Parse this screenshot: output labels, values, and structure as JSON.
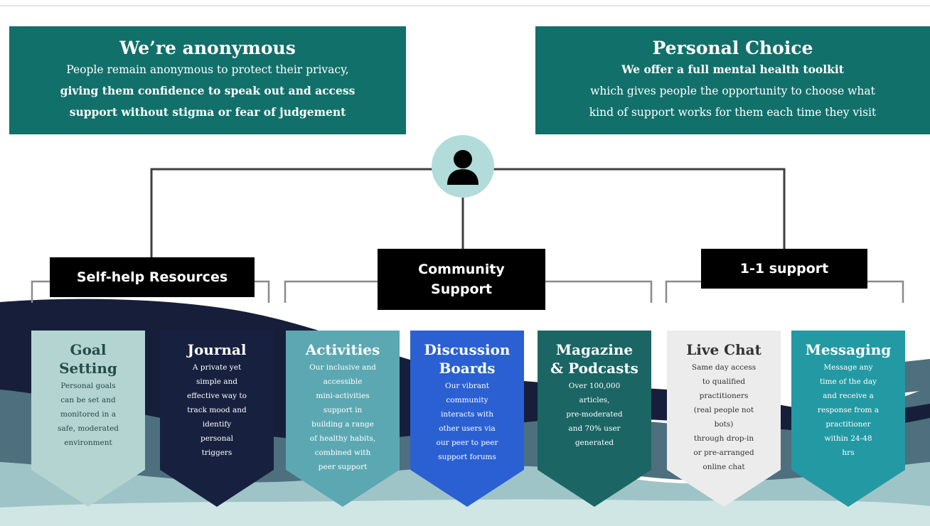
{
  "banners": {
    "left": {
      "title": "We’re anonymous",
      "line1": "People remain anonymous to protect their privacy,",
      "line2": "giving them confidence to speak out and access",
      "line3": "support without stigma or fear of judgement"
    },
    "right": {
      "title": "Personal Choice",
      "line1": "We offer a full mental health toolkit",
      "line2": "which gives people the opportunity to choose what",
      "line3": "kind of support works for them each time they visit"
    }
  },
  "categories": {
    "self_help": "Self-help Resources",
    "community": [
      "Community",
      "Support"
    ],
    "one_to_one": "1-1 support"
  },
  "cards": [
    {
      "title": [
        "Goal",
        "Setting"
      ],
      "desc": [
        "Personal goals",
        "can be set and",
        "monitored in a",
        "safe, moderated",
        "environment"
      ],
      "bg": "#b4d4d2",
      "color": "#234c4a"
    },
    {
      "title": [
        "Journal"
      ],
      "desc": [
        "A private yet",
        "simple and",
        "effective way to",
        "track mood and",
        "identify",
        "personal",
        "triggers"
      ],
      "bg": "#17213f",
      "color": "#ffffff"
    },
    {
      "title": [
        "Activities"
      ],
      "desc": [
        "Our inclusive and",
        "accessible",
        "mini-activities",
        "support in",
        "building a range",
        "of healthy habits,",
        "combined with",
        "peer support"
      ],
      "bg": "#5ca8b2",
      "color": "#ffffff"
    },
    {
      "title": [
        "Discussion",
        "Boards"
      ],
      "desc": [
        "Our vibrant",
        "community",
        "interacts with",
        "other users via",
        "our peer to peer",
        "support forums"
      ],
      "bg": "#2b60d2",
      "color": "#ffffff"
    },
    {
      "title": [
        "Magazine",
        "& Podcasts"
      ],
      "desc": [
        "Over 100,000",
        "articles,",
        "pre-moderated",
        "and 70% user",
        "generated"
      ],
      "bg": "#1b6565",
      "color": "#ffffff"
    },
    {
      "title": [
        "Live Chat"
      ],
      "desc": [
        "Same day access",
        "to qualified",
        "practitioners",
        "(real people not",
        "bots)",
        "through drop-in",
        "or pre-arranged",
        "online chat"
      ],
      "bg": "#ececec",
      "color": "#333333"
    },
    {
      "title": [
        "Messaging"
      ],
      "desc": [
        "Message any",
        "time of the day",
        "and receive a",
        "response from a",
        "practitioner",
        "within 24-48",
        "hrs"
      ],
      "bg": "#2399a3",
      "color": "#ffffff"
    }
  ],
  "colors": {
    "banner": "#12706b",
    "person_circle": "#b2dcd9",
    "wave_dark": "#171e3a",
    "wave_mid": "#4e6f7e",
    "wave_light": "#9fc4c7",
    "wave_pale": "#cfe6e5"
  },
  "icons": {
    "person": "person-icon"
  }
}
